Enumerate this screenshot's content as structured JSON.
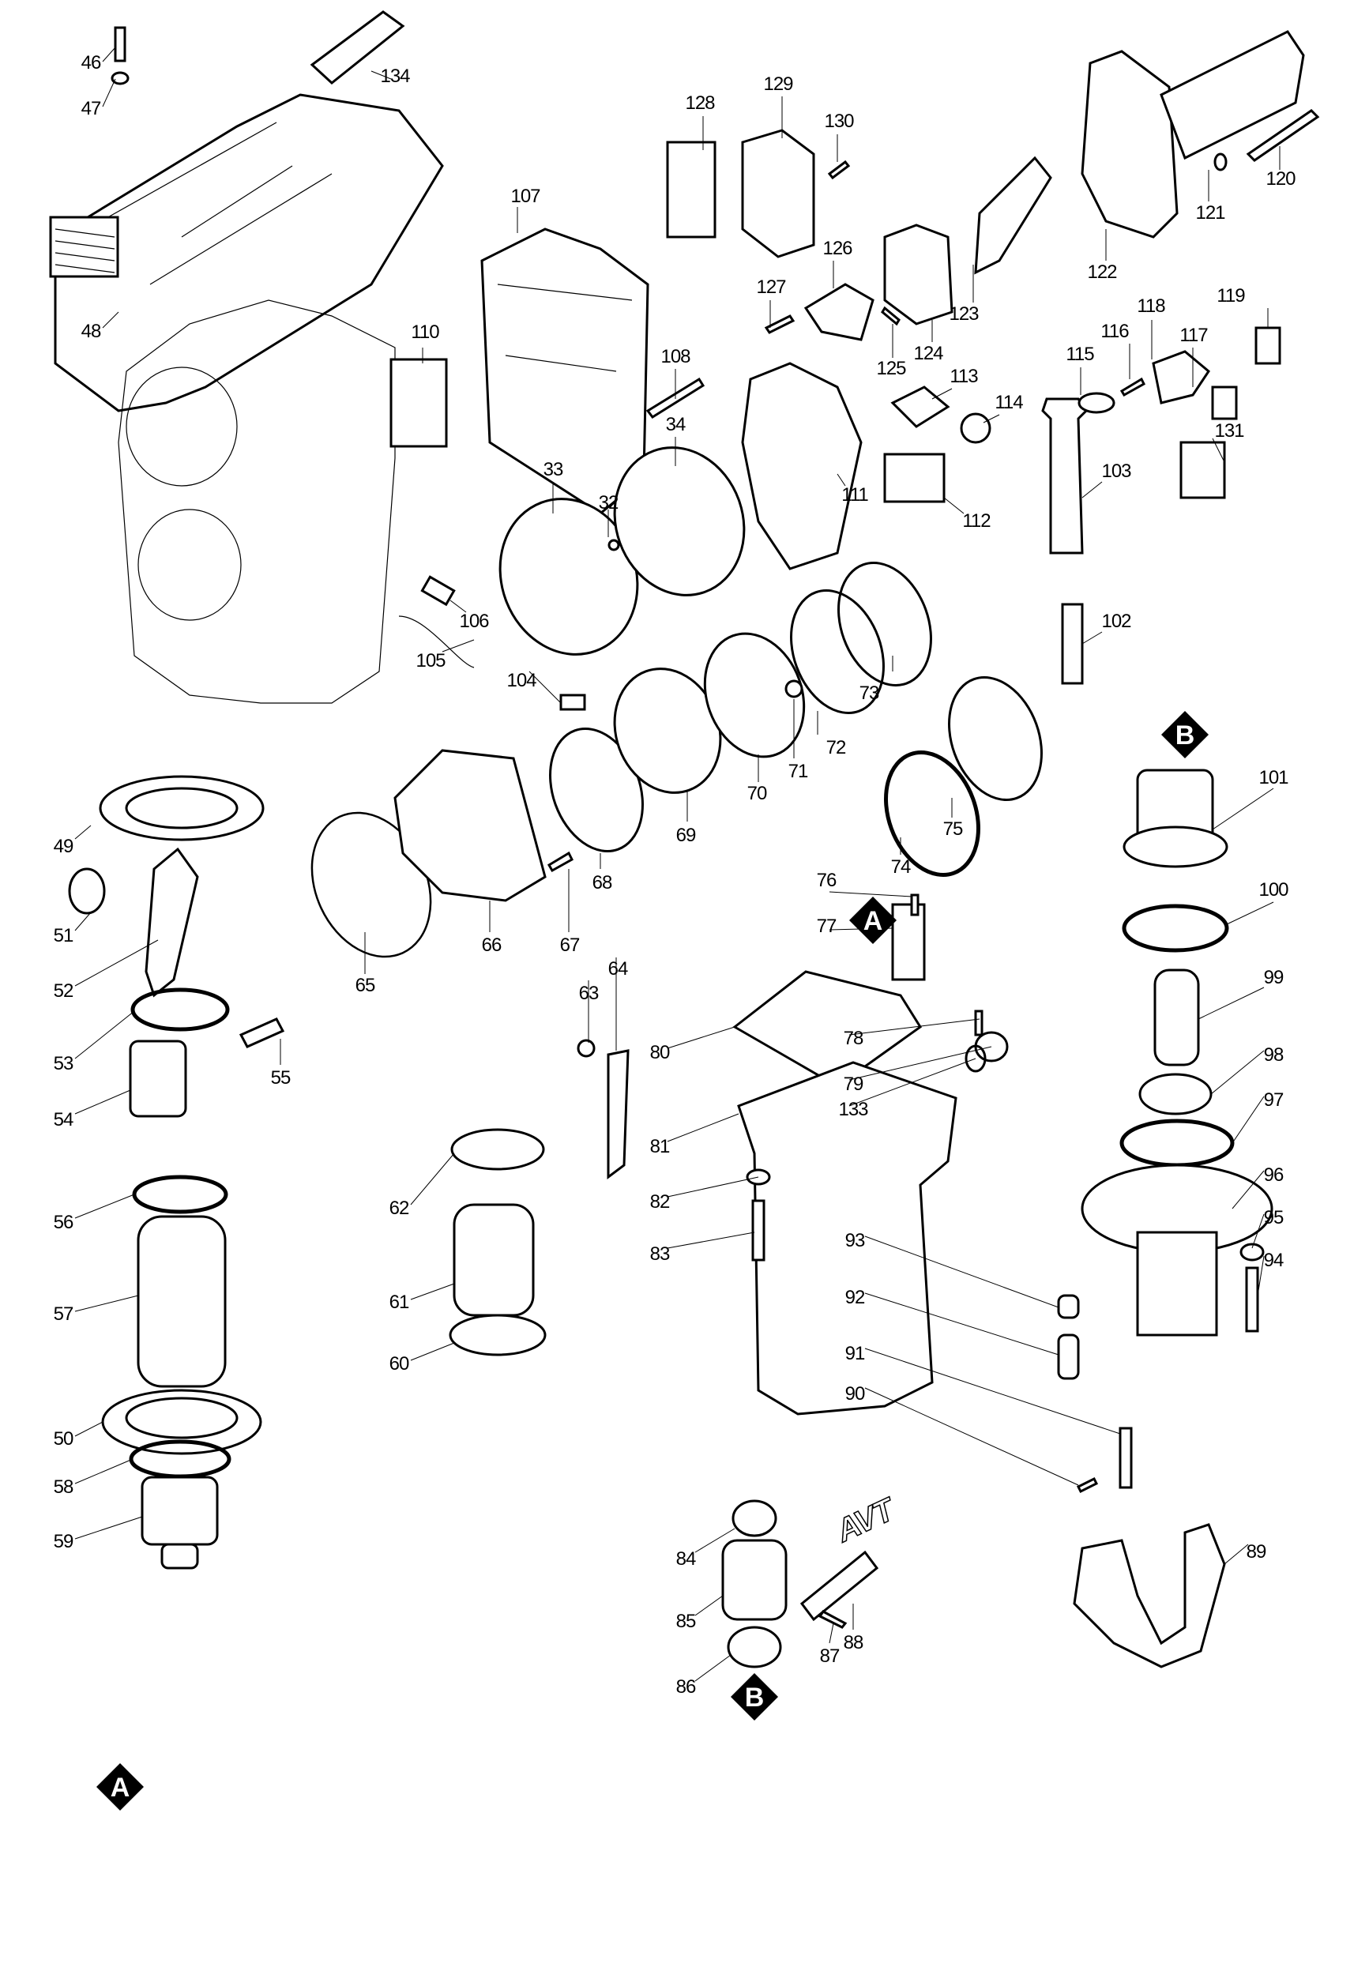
{
  "diagram": {
    "type": "exploded-parts-diagram",
    "subject": "Demolition hammer / breaker assembly",
    "embossed_text": "AVT",
    "markers": [
      {
        "id": "marker-a-top",
        "letter": "A"
      },
      {
        "id": "marker-a-bottom",
        "letter": "A"
      },
      {
        "id": "marker-b-top",
        "letter": "B"
      },
      {
        "id": "marker-b-bottom",
        "letter": "B"
      }
    ],
    "parts": [
      {
        "no": "32"
      },
      {
        "no": "33"
      },
      {
        "no": "34"
      },
      {
        "no": "46"
      },
      {
        "no": "47"
      },
      {
        "no": "48"
      },
      {
        "no": "49"
      },
      {
        "no": "50"
      },
      {
        "no": "51"
      },
      {
        "no": "52"
      },
      {
        "no": "53"
      },
      {
        "no": "54"
      },
      {
        "no": "55"
      },
      {
        "no": "56"
      },
      {
        "no": "57"
      },
      {
        "no": "58"
      },
      {
        "no": "59"
      },
      {
        "no": "60"
      },
      {
        "no": "61"
      },
      {
        "no": "62"
      },
      {
        "no": "63"
      },
      {
        "no": "64"
      },
      {
        "no": "65"
      },
      {
        "no": "66"
      },
      {
        "no": "67"
      },
      {
        "no": "68"
      },
      {
        "no": "69"
      },
      {
        "no": "70"
      },
      {
        "no": "71"
      },
      {
        "no": "72"
      },
      {
        "no": "73"
      },
      {
        "no": "74"
      },
      {
        "no": "75"
      },
      {
        "no": "76"
      },
      {
        "no": "77"
      },
      {
        "no": "78"
      },
      {
        "no": "79"
      },
      {
        "no": "80"
      },
      {
        "no": "81"
      },
      {
        "no": "82"
      },
      {
        "no": "83"
      },
      {
        "no": "84"
      },
      {
        "no": "85"
      },
      {
        "no": "86"
      },
      {
        "no": "87"
      },
      {
        "no": "88"
      },
      {
        "no": "89"
      },
      {
        "no": "90"
      },
      {
        "no": "91"
      },
      {
        "no": "92"
      },
      {
        "no": "93"
      },
      {
        "no": "94"
      },
      {
        "no": "95"
      },
      {
        "no": "96"
      },
      {
        "no": "97"
      },
      {
        "no": "98"
      },
      {
        "no": "99"
      },
      {
        "no": "100"
      },
      {
        "no": "101"
      },
      {
        "no": "102"
      },
      {
        "no": "103"
      },
      {
        "no": "104"
      },
      {
        "no": "105"
      },
      {
        "no": "106"
      },
      {
        "no": "107"
      },
      {
        "no": "108"
      },
      {
        "no": "110"
      },
      {
        "no": "111"
      },
      {
        "no": "112"
      },
      {
        "no": "113"
      },
      {
        "no": "114"
      },
      {
        "no": "115"
      },
      {
        "no": "116"
      },
      {
        "no": "117"
      },
      {
        "no": "118"
      },
      {
        "no": "119"
      },
      {
        "no": "120"
      },
      {
        "no": "121"
      },
      {
        "no": "122"
      },
      {
        "no": "123"
      },
      {
        "no": "124"
      },
      {
        "no": "125"
      },
      {
        "no": "126"
      },
      {
        "no": "127"
      },
      {
        "no": "128"
      },
      {
        "no": "129"
      },
      {
        "no": "130"
      },
      {
        "no": "131"
      },
      {
        "no": "133"
      },
      {
        "no": "134"
      }
    ]
  }
}
